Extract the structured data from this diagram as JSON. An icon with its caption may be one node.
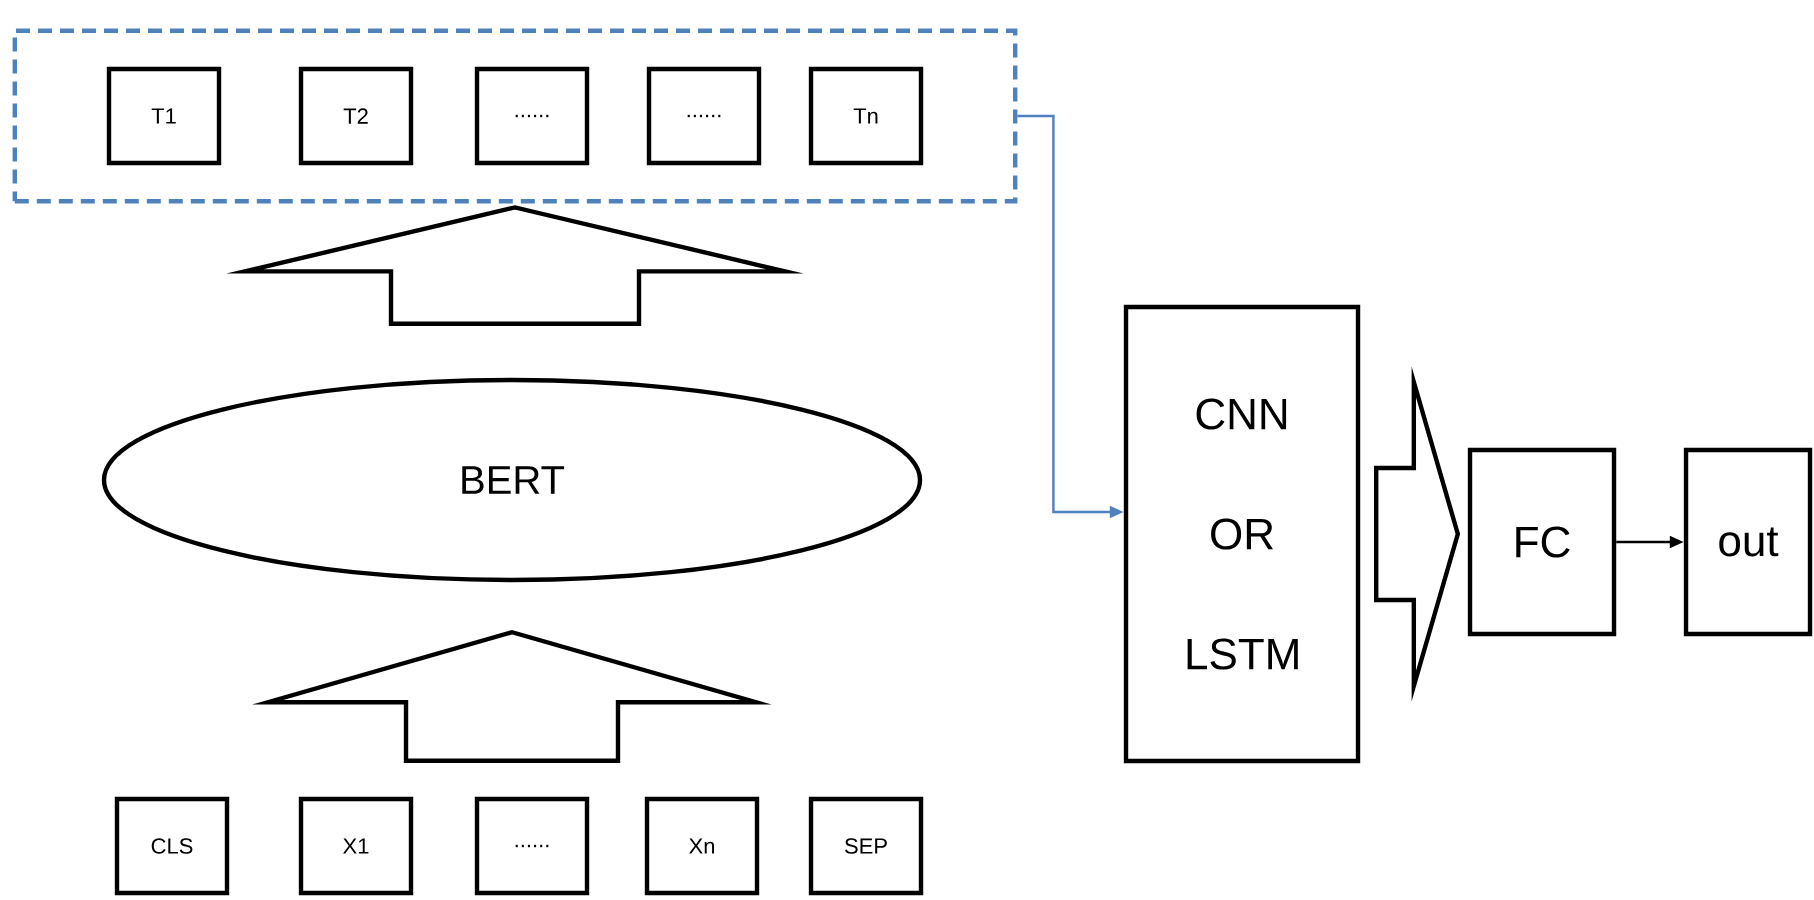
{
  "diagram": {
    "nodes": [
      {
        "text": [],
        "shape": "box"
      },
      {
        "text": [
          "T1"
        ],
        "in": 0
      },
      {
        "text": [
          "T2"
        ],
        "in": 0
      },
      {
        "text": [
          "......"
        ],
        "in": 0
      },
      {
        "text": [
          "......"
        ],
        "in": 0
      },
      {
        "text": [
          "Tn"
        ],
        "in": 0
      },
      {
        "text": [
          "BERT"
        ]
      },
      {
        "text": [
          "CLS"
        ]
      },
      {
        "text": [
          "X1"
        ]
      },
      {
        "text": [
          "......"
        ]
      },
      {
        "text": [
          "Xn"
        ]
      },
      {
        "text": [
          "SEP"
        ]
      },
      {
        "text": [
          "CNN OR LSTM"
        ]
      },
      {
        "text": [
          "FC"
        ]
      },
      {
        "text": [
          "out"
        ]
      }
    ],
    "edges": [
      {
        "from": 9,
        "to": 6,
        "arrow": "to",
        "style": "thick"
      },
      {
        "from": 6,
        "to": 0,
        "arrow": "to",
        "style": "thick"
      },
      {
        "from": 0,
        "to": 12,
        "arrow": "to",
        "color": "#4f81bd"
      },
      {
        "from": 12,
        "to": 13,
        "arrow": "to",
        "style": "thick"
      },
      {
        "from": 13,
        "to": 14,
        "arrow": "to",
        "color": "#000000"
      }
    ]
  }
}
